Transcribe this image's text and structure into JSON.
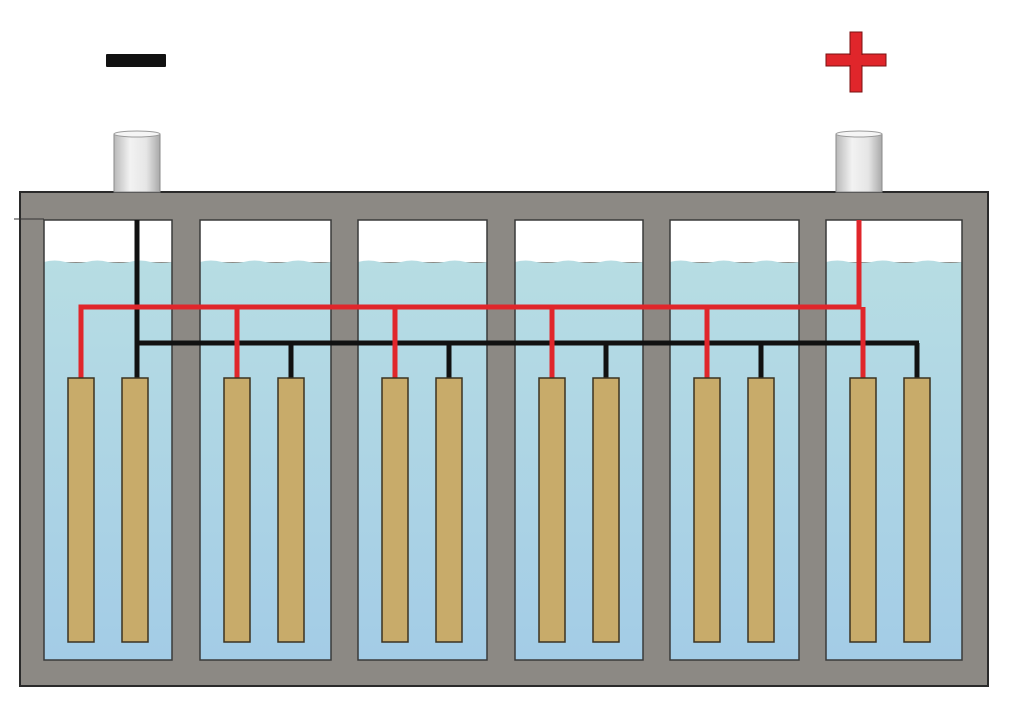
{
  "diagram": {
    "subject": "battery-cells-cross-section",
    "cell_count": 6,
    "plates_per_cell": 2,
    "terminals": [
      {
        "polarity": "negative",
        "symbol": "minus-sign",
        "wire_color": "#111111"
      },
      {
        "polarity": "positive",
        "symbol": "plus-sign",
        "wire_color": "#e0262b"
      }
    ]
  },
  "colors": {
    "case": "#8c8984",
    "case_outline": "#2a2a2a",
    "electrolyte_top": "#b7dde3",
    "electrolyte_bottom": "#a3cce6",
    "plate": "#c8ab6a",
    "negative": "#111111",
    "positive": "#e0262b",
    "terminal_post": "#d9d9d9"
  }
}
